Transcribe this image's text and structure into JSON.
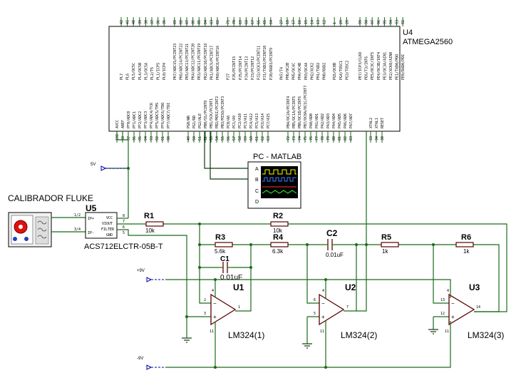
{
  "mcu": {
    "ref": "U4",
    "part": "ATMEGA2560",
    "bottom_pins": [
      {
        "num": "100",
        "name": "AVCC"
      },
      {
        "num": "98",
        "name": "AREF"
      },
      {
        "num": "97",
        "name": "PF0/ADC0"
      },
      {
        "num": "96",
        "name": "PF1/ADC1"
      },
      {
        "num": "95",
        "name": "PF2/ADC2"
      },
      {
        "num": "94",
        "name": "PF3/ADC3"
      },
      {
        "num": "93",
        "name": "PF4/ADC4/TCK"
      },
      {
        "num": "92",
        "name": "PF5/ADC5/TMS"
      },
      {
        "num": "91",
        "name": "PF6/ADC6/TDO"
      },
      {
        "num": "90",
        "name": "PF7/ADC7/TDI"
      },
      {
        "num": "49",
        "name": "PG0/WR"
      },
      {
        "num": "50",
        "name": "PG1/RD"
      },
      {
        "num": "51",
        "name": "PG2/ALE"
      },
      {
        "num": "52",
        "name": "PB0/SS/PCINT0"
      },
      {
        "num": "53",
        "name": "PB1/SCK/PCINT1"
      },
      {
        "num": "54",
        "name": "PB2/MOSI/PCINT2"
      },
      {
        "num": "55",
        "name": "PB3/MISO/PCINT3"
      },
      {
        "num": "56",
        "name": "PC0/A8"
      },
      {
        "num": "57",
        "name": "PC1/A9"
      },
      {
        "num": "58",
        "name": "PC2/A10"
      },
      {
        "num": "59",
        "name": "PC3/A11"
      },
      {
        "num": "60",
        "name": "PC4/A12"
      },
      {
        "num": "61",
        "name": "PC5/A13"
      },
      {
        "num": "62",
        "name": "PC6/A14"
      },
      {
        "num": "63",
        "name": "PC7/A15"
      },
      {
        "num": "72",
        "name": "PB4/OC2A/PCINT4"
      },
      {
        "num": "73",
        "name": "PB5/OC1A/PCINT5"
      },
      {
        "num": "74",
        "name": "PB6/OC1B/PCINT6"
      },
      {
        "num": "75",
        "name": "PB7/OC0A/OC1C/PCINT7"
      },
      {
        "num": "76",
        "name": "PA0/AD0"
      },
      {
        "num": "77",
        "name": "PA1/AD1"
      },
      {
        "num": "78",
        "name": "PA2/AD2"
      },
      {
        "num": "79",
        "name": "PA3/AD3"
      },
      {
        "num": "80",
        "name": "PA4/AD4"
      },
      {
        "num": "81",
        "name": "PA5/AD5"
      },
      {
        "num": "82",
        "name": "PA6/AD6"
      },
      {
        "num": "83",
        "name": "PA7/AD7"
      },
      {
        "num": "33",
        "name": "XTAL2"
      },
      {
        "num": "34",
        "name": "XTAL1"
      },
      {
        "num": "30",
        "name": "RESET"
      }
    ],
    "top_pins": [
      {
        "num": "42",
        "name": "PL7"
      },
      {
        "num": "41",
        "name": "PL6"
      },
      {
        "num": "40",
        "name": "PL5/OC5C"
      },
      {
        "num": "39",
        "name": "PL4/OC5B"
      },
      {
        "num": "38",
        "name": "PL3/OC5A"
      },
      {
        "num": "37",
        "name": "PL2/T5"
      },
      {
        "num": "36",
        "name": "PL1/ICP5"
      },
      {
        "num": "35",
        "name": "PL0/ICP4"
      },
      {
        "num": "89",
        "name": "PK7/ADC15/PCINT23"
      },
      {
        "num": "88",
        "name": "PK6/ADC14/PCINT22"
      },
      {
        "num": "87",
        "name": "PK5/ADC13/PCINT21"
      },
      {
        "num": "86",
        "name": "PK4/ADC12/PCINT20"
      },
      {
        "num": "85",
        "name": "PK3/ADC11/PCINT19"
      },
      {
        "num": "84",
        "name": "PK2/ADC10/PCINT18"
      },
      {
        "num": "83",
        "name": "PK1/ADC9/PCINT17"
      },
      {
        "num": "82",
        "name": "PK0/ADC8/PCINT16"
      },
      {
        "num": "71",
        "name": "PJ7"
      },
      {
        "num": "70",
        "name": "PJ6/PCINT15"
      },
      {
        "num": "69",
        "name": "PJ5/PCINT14"
      },
      {
        "num": "68",
        "name": "PJ4/PCINT13"
      },
      {
        "num": "67",
        "name": "PJ3/PCINT12"
      },
      {
        "num": "66",
        "name": "PJ2/XCK3/PCINT11"
      },
      {
        "num": "65",
        "name": "PJ1/TXD3/PCINT10"
      },
      {
        "num": "64",
        "name": "PJ0/RXD3/PCINT9"
      },
      {
        "num": "27",
        "name": "PH7/T4"
      },
      {
        "num": "18",
        "name": "PH6/OC2B"
      },
      {
        "num": "17",
        "name": "PH5/OC4C"
      },
      {
        "num": "16",
        "name": "PH4/OC4B"
      },
      {
        "num": "15",
        "name": "PH3/OC4A"
      },
      {
        "num": "14",
        "name": "PH2/XCK2"
      },
      {
        "num": "13",
        "name": "PH1/TXD2"
      },
      {
        "num": "12",
        "name": "PH0/RXD2"
      },
      {
        "num": "1",
        "name": "PG5/OC0B"
      },
      {
        "num": "29",
        "name": "PG4/TOSC1"
      },
      {
        "num": "28",
        "name": "PG3/TOSC2"
      },
      {
        "num": "99",
        "name": "PE7/ICP3/CLKO"
      },
      {
        "num": "98",
        "name": "PE6/T3/INT6"
      },
      {
        "num": "97",
        "name": "PE5/OC3C/INT5"
      },
      {
        "num": "96",
        "name": "PE4/OC3B/INT4"
      },
      {
        "num": "95",
        "name": "PE3/OC3A/AIN1"
      },
      {
        "num": "94",
        "name": "PE2/XCK0/AIN0"
      },
      {
        "num": "93",
        "name": "PE1/TXD0/PDO"
      },
      {
        "num": "92",
        "name": "PE0/RXD0/PDI"
      }
    ]
  },
  "scope": {
    "title": "PC - MATLAB",
    "channels": [
      "A",
      "B",
      "C",
      "D"
    ]
  },
  "power": {
    "vcc_5v": "5V",
    "vpos_9v": "+9V",
    "vneg_9v": "-9V"
  },
  "calibrator": {
    "title": "CALIBRADOR FLUKE"
  },
  "sensor": {
    "ref": "U5",
    "part": "ACS712ELCTR-05B-T",
    "pins": [
      "IP+",
      "IP-",
      "VCC",
      "VIOUT",
      "FILTER",
      "GND"
    ],
    "pin_nums": [
      "1/2",
      "3/4",
      "8",
      "7",
      "6",
      "5"
    ]
  },
  "components": {
    "R1": {
      "ref": "R1",
      "value": "10k"
    },
    "R2": {
      "ref": "R2",
      "value": "10k"
    },
    "R3": {
      "ref": "R3",
      "value": "5.6k"
    },
    "R4": {
      "ref": "R4",
      "value": "6.3k"
    },
    "R5": {
      "ref": "R5",
      "value": "1k"
    },
    "R6": {
      "ref": "R6",
      "value": "1k"
    },
    "C1": {
      "ref": "C1",
      "value": "0.01uF"
    },
    "C2": {
      "ref": "C2",
      "value": "0.01uF"
    }
  },
  "opamps": [
    {
      "ref": "U1",
      "part": "LM324(1)",
      "pins": [
        "4",
        "2",
        "3",
        "1",
        "11"
      ]
    },
    {
      "ref": "U2",
      "part": "LM324(2)",
      "pins": [
        "4",
        "6",
        "5",
        "7",
        "11"
      ]
    },
    {
      "ref": "U3",
      "part": "LM324(3)",
      "pins": [
        "4",
        "13",
        "12",
        "14",
        "11"
      ]
    }
  ],
  "colors": {
    "wire": "#1a6b1a",
    "component": "#5a0000",
    "power_arrow": "#0000aa",
    "scope_screen": "#000000",
    "trace_yellow": "#ffff00",
    "trace_blue": "#3f7fff",
    "trace_red": "#ff3030",
    "trace_green": "#30ff30",
    "calibrator_knob": "#e01010"
  }
}
